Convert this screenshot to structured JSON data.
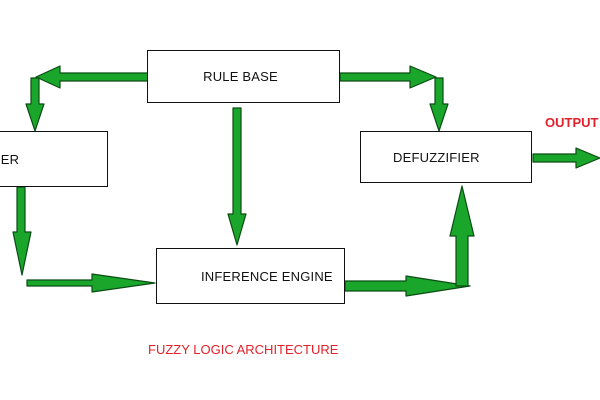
{
  "colors": {
    "arrow_fill": "#1aa52b",
    "arrow_stroke": "#0b4d14",
    "box_border": "#111111",
    "accent_red": "#e3212b"
  },
  "nodes": {
    "rule_base": "RULE BASE",
    "fuzzifier_partial": "IER",
    "defuzzifier": "DEFUZZIFIER",
    "inference_engine": "INFERENCE ENGINE"
  },
  "labels": {
    "output": "OUTPUT",
    "caption": "FUZZY LOGIC ARCHITECTURE"
  }
}
